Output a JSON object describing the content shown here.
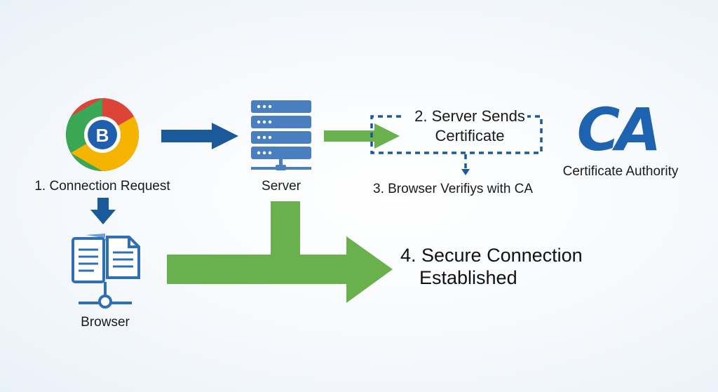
{
  "steps": {
    "connection_request": "1. Connection Request",
    "server_label": "Server",
    "server_sends_line1": "2. Server Sends",
    "server_sends_line2": "Certificate",
    "ca_logo_text": "CA",
    "ca_label": "Certificate Authority",
    "verify": "3. Browser Verifiys with CA",
    "browser_label": "Browser",
    "secure_line1": "4. Secure Connection",
    "secure_line2": "Established"
  },
  "colors": {
    "blue_arrow": "#1a5a9a",
    "green_arrow": "#6ab04c",
    "server_blue": "#4a7fbf",
    "ca_blue": "#1e63b0",
    "dashed_blue": "#1a5a9a"
  },
  "icons": {
    "browser_logo": "chrome-style-browser-icon",
    "server": "server-rack-icon",
    "documents": "documents-network-icon",
    "ca_logo": "ca-logo-icon"
  }
}
